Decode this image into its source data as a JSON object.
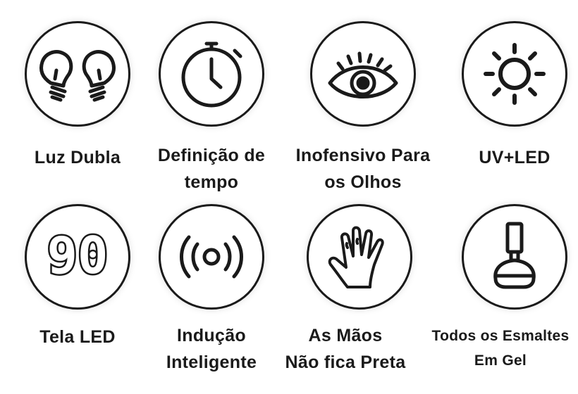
{
  "features": [
    {
      "icon": "light-bulbs-icon",
      "lines": [
        "Luz Dubla"
      ]
    },
    {
      "icon": "stopwatch-icon",
      "lines": [
        "Definição de",
        "tempo"
      ]
    },
    {
      "icon": "eye-icon",
      "lines": [
        "Inofensivo Para",
        "os Olhos"
      ]
    },
    {
      "icon": "sun-icon",
      "lines": [
        "UV+LED"
      ]
    },
    {
      "icon": "led-display-icon",
      "display_value": "90",
      "lines": [
        "Tela LED"
      ]
    },
    {
      "icon": "sensor-waves-icon",
      "lines": [
        "Indução",
        "Inteligente"
      ]
    },
    {
      "icon": "hand-icon",
      "lines": [
        "As Mãos",
        "Não fica Preta"
      ]
    },
    {
      "icon": "nail-polish-icon",
      "lines": [
        "Todos os Esmaltes",
        "Em Gel"
      ]
    }
  ]
}
